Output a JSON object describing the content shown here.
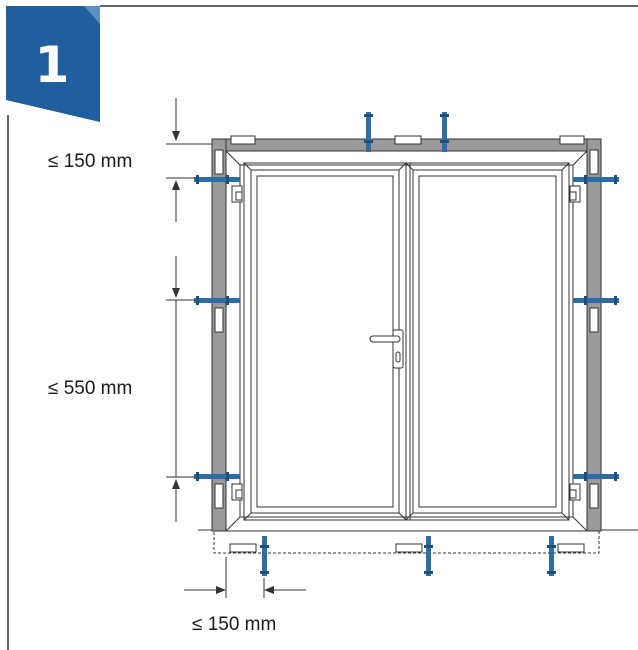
{
  "step": {
    "number": "1"
  },
  "dimensions": {
    "top_edge_to_first_anchor": "≤ 150 mm",
    "anchor_spacing": "≤ 550 mm",
    "bottom_corner_to_first_anchor": "≤ 150 mm"
  },
  "colors": {
    "accent_blue": "#1f5f9f",
    "anchor_blue": "#2e6da4",
    "frame_grey": "#9a9a9a",
    "line_dark": "#333333"
  },
  "icons": {
    "anchor": "frame-anchor-screw-icon",
    "dimension": "dimension-arrow-icon"
  }
}
